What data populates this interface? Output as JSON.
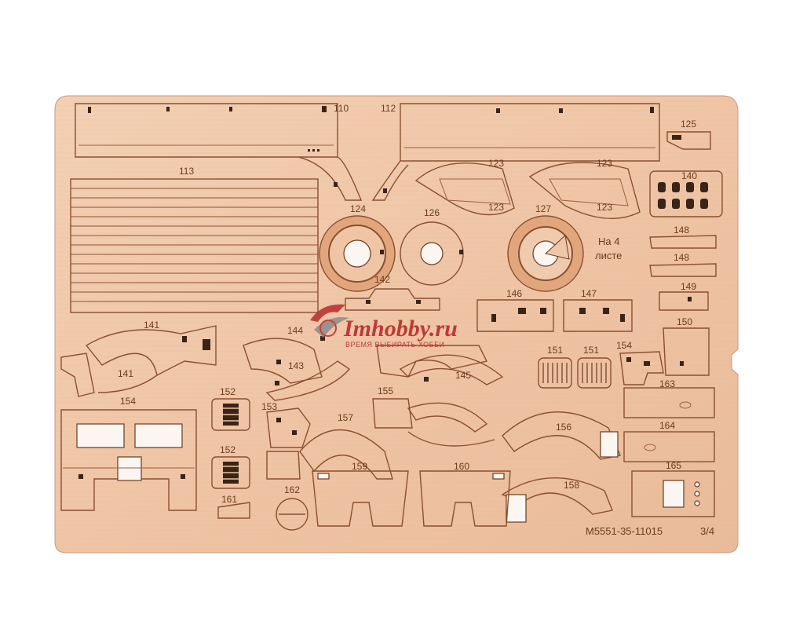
{
  "sheet": {
    "code_label": "M5551-35-11015",
    "page_label": "3/4",
    "note_line1": "На 4",
    "note_line2": "листе"
  },
  "watermark": {
    "title": "Imhobby.ru",
    "tagline": "ВРЕМЯ ВЫБИРАТЬ ХОББИ"
  },
  "parts": {
    "p110": "110",
    "p112": "112",
    "p113": "113",
    "p123a": "123",
    "p123b": "123",
    "p123c": "123",
    "p123d": "123",
    "p124": "124",
    "p125": "125",
    "p126": "126",
    "p127": "127",
    "p140": "140",
    "p141a": "141",
    "p141b": "141",
    "p142": "142",
    "p143": "143",
    "p144": "144",
    "p145": "145",
    "p146": "146",
    "p147": "147",
    "p148a": "148",
    "p148b": "148",
    "p149": "149",
    "p150": "150",
    "p151a": "151",
    "p151b": "151",
    "p152a": "152",
    "p152b": "152",
    "p153": "153",
    "p154a": "154",
    "p154b": "154",
    "p155": "155",
    "p156": "156",
    "p157": "157",
    "p158": "158",
    "p159": "159",
    "p160": "160",
    "p161": "161",
    "p162": "162",
    "p163": "163",
    "p164": "164",
    "p165": "165"
  },
  "colors": {
    "background": "#ffffff",
    "plywood": "#efc7a8",
    "engraving": "#6b3c1f",
    "watermark": "#b82c2c"
  }
}
